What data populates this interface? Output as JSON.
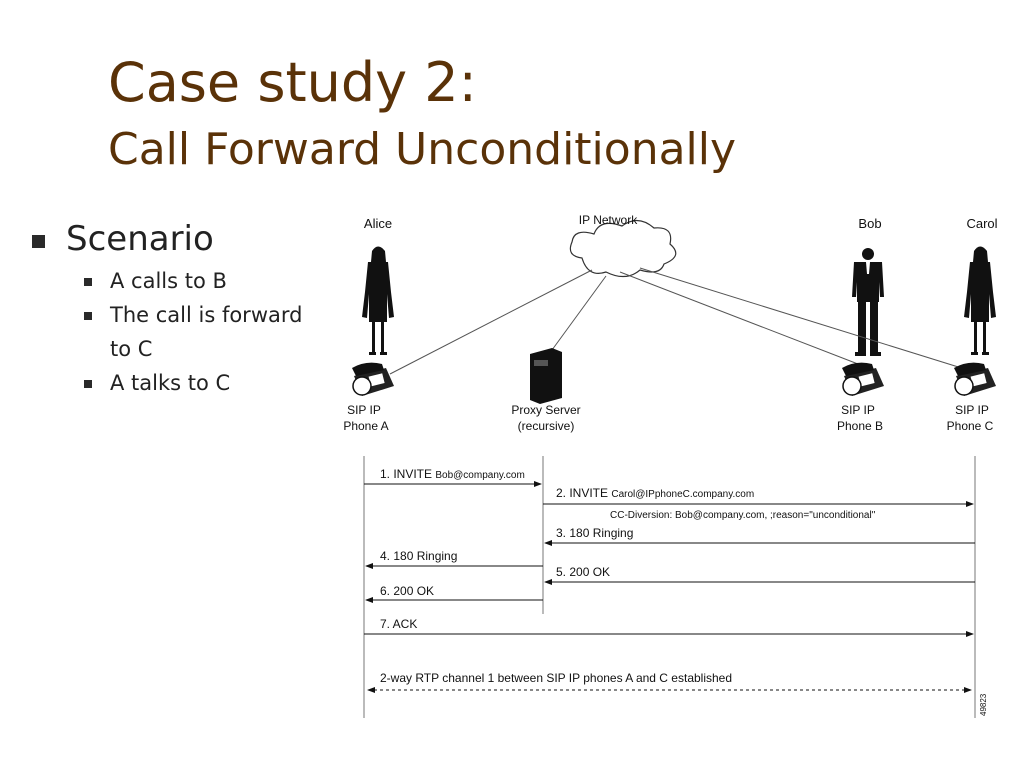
{
  "slide": {
    "title": "Case study 2:",
    "subtitle": "Call Forward Unconditionally"
  },
  "bullets": {
    "heading": "Scenario",
    "items": [
      "A calls to B",
      "The call is forward to C",
      "A talks to C"
    ]
  },
  "diagram": {
    "network_label": "IP Network",
    "people": [
      "Alice",
      "Bob",
      "Carol"
    ],
    "devices": {
      "phone_a": [
        "SIP IP",
        "Phone A"
      ],
      "proxy": [
        "Proxy Server",
        "(recursive)"
      ],
      "phone_b": [
        "SIP IP",
        "Phone B"
      ],
      "phone_c": [
        "SIP IP",
        "Phone C"
      ]
    },
    "messages": [
      {
        "label": "1. INVITE",
        "detail": "Bob@company.com"
      },
      {
        "label": "2. INVITE",
        "detail": "Carol@IPphoneC.company.com"
      },
      {
        "label": "CC-Diversion: Bob@company.com, ;reason=\"unconditional\"",
        "detail": ""
      },
      {
        "label": "3. 180 Ringing",
        "detail": ""
      },
      {
        "label": "4. 180 Ringing",
        "detail": ""
      },
      {
        "label": "5. 200 OK",
        "detail": ""
      },
      {
        "label": "6. 200 OK",
        "detail": ""
      },
      {
        "label": "7. ACK",
        "detail": ""
      },
      {
        "label": "2-way RTP channel 1 between SIP IP phones A and C established",
        "detail": ""
      }
    ],
    "figure_id": "49823"
  }
}
